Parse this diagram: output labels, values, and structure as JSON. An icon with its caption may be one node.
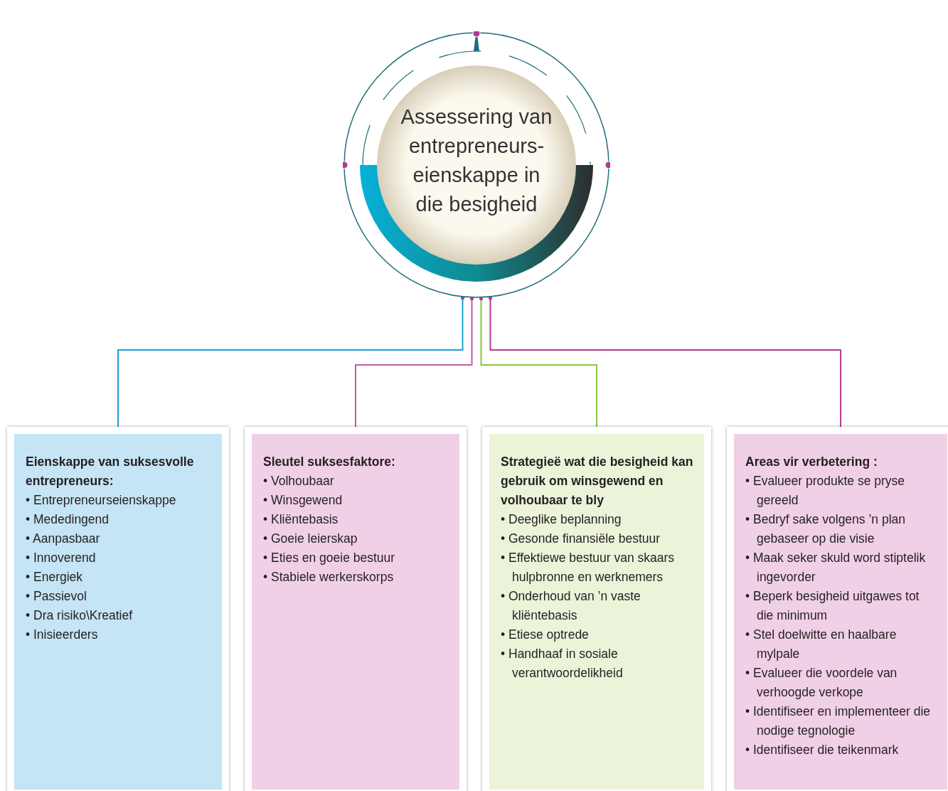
{
  "diagram": {
    "nodes": [
      {
        "text": [
          "Assessering van entrepreneurs- eienskappe in die besigheid"
        ]
      },
      {
        "text": [
          "Eienskappe van suksesvolle entrepreneurs:",
          "• Entrepreneurseienskappe",
          "• Mededingend",
          "• Aanpasbaar",
          "• Innoverend",
          "• Energiek",
          "• Passievol",
          "• Dra risiko\\Kreatief",
          "• Inisieerders"
        ]
      },
      {
        "text": [
          "Sleutel suksesfaktore:",
          "• Volhoubaar",
          "• Winsgewend",
          "• Kliëntebasis",
          "• Goeie leierskap",
          "• Eties en goeie bestuur",
          "• Stabiele werkerskorps"
        ]
      },
      {
        "text": [
          "Strategieë wat die besigheid kan gebruik om winsgewend en volhoubaar te bly",
          "• Deeglike beplanning",
          "• Gesonde finansiële bestuur",
          "• Effektiewe bestuur van skaars hulpbronne en werknemers",
          "• Onderhoud van ’n vaste kliëntebasis",
          "• Etiese optrede",
          "• Handhaaf in sosiale verantwoordelikheid"
        ]
      },
      {
        "text": [
          "Areas vir verbetering :",
          "• Evalueer produkte se pryse gereeld",
          "• Bedryf sake volgens ’n plan gebaseer op die visie",
          "• Maak seker skuld word stiptelik ingevorder",
          "• Beperk besigheid uitgawes tot die minimum",
          "• Stel doelwitte en haalbare mylpale",
          "• Evalueer die voordele van verhoogde verkope",
          "• Identifiseer en implementeer die nodige tegnologie",
          "• Identifiseer die teikenmark"
        ]
      }
    ],
    "edges": [
      {
        "from": 0,
        "to": 1,
        "arrow": "other",
        "color": "#1ba1db"
      },
      {
        "from": 0,
        "to": 2,
        "arrow": "other",
        "color": "#c55ba2"
      },
      {
        "from": 0,
        "to": 3,
        "arrow": "other",
        "color": "#8cc63e"
      },
      {
        "from": 0,
        "to": 4,
        "arrow": "other",
        "color": "#b23a98"
      }
    ]
  }
}
